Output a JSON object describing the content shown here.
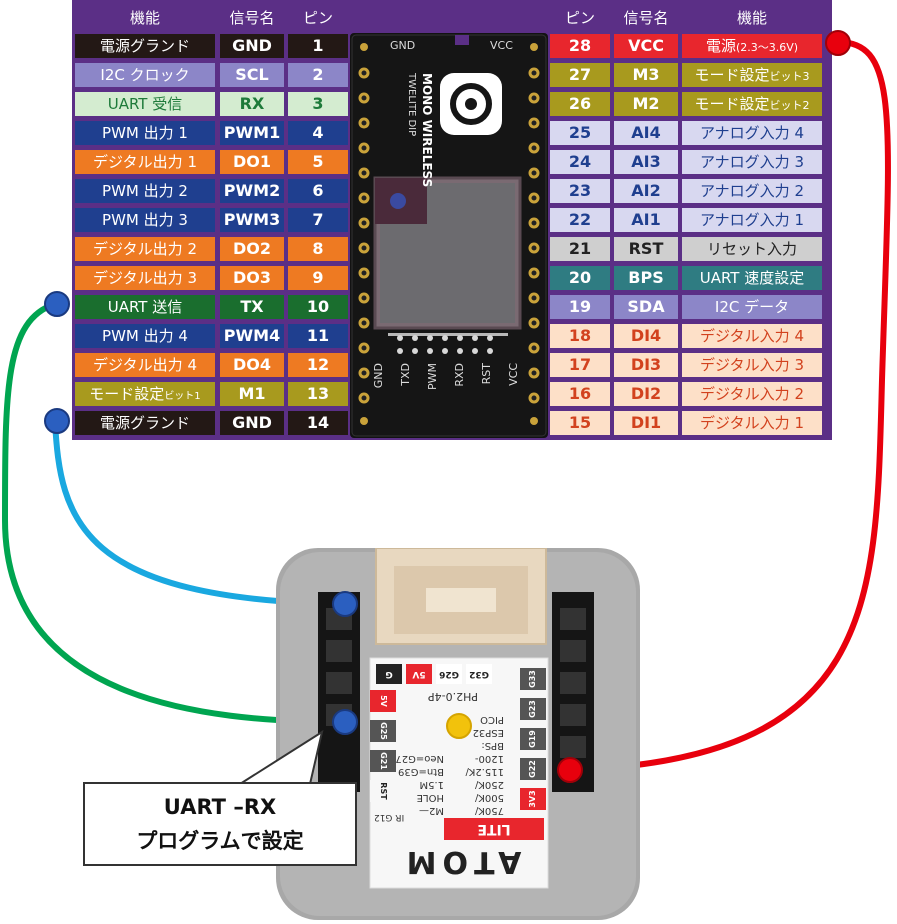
{
  "headers": {
    "left_function": "機能",
    "left_signal": "信号名",
    "left_pin": "ピン",
    "right_pin": "ピン",
    "right_signal": "信号名",
    "right_function": "機能"
  },
  "left_rows": [
    {
      "function": "電源グランド",
      "signal": "GND",
      "pin": "1",
      "fn_bg": "#231815",
      "fn_fg": "#ffffff",
      "sig_bg": "#231815",
      "sig_fg": "#ffffff",
      "pin_bg": "#231815",
      "pin_fg": "#ffffff"
    },
    {
      "function": "I2C クロック",
      "signal": "SCL",
      "pin": "2",
      "fn_bg": "#8c86c8",
      "fn_fg": "#ffffff",
      "sig_bg": "#8c86c8",
      "sig_fg": "#ffffff",
      "pin_bg": "#8c86c8",
      "pin_fg": "#ffffff"
    },
    {
      "function": "UART 受信",
      "signal": "RX",
      "pin": "3",
      "fn_bg": "#d4ecd0",
      "fn_fg": "#1e7a3a",
      "sig_bg": "#d4ecd0",
      "sig_fg": "#1e7a3a",
      "pin_bg": "#d4ecd0",
      "pin_fg": "#1e7a3a"
    },
    {
      "function": "PWM 出力 1",
      "signal": "PWM1",
      "pin": "4",
      "fn_bg": "#1f3f8f",
      "fn_fg": "#ffffff",
      "sig_bg": "#1f3f8f",
      "sig_fg": "#ffffff",
      "pin_bg": "#1f3f8f",
      "pin_fg": "#ffffff"
    },
    {
      "function": "デジタル出力 1",
      "signal": "DO1",
      "pin": "5",
      "fn_bg": "#ee7a22",
      "fn_fg": "#ffffff",
      "sig_bg": "#ee7a22",
      "sig_fg": "#ffffff",
      "pin_bg": "#ee7a22",
      "pin_fg": "#ffffff"
    },
    {
      "function": "PWM 出力 2",
      "signal": "PWM2",
      "pin": "6",
      "fn_bg": "#1f3f8f",
      "fn_fg": "#ffffff",
      "sig_bg": "#1f3f8f",
      "sig_fg": "#ffffff",
      "pin_bg": "#1f3f8f",
      "pin_fg": "#ffffff"
    },
    {
      "function": "PWM 出力 3",
      "signal": "PWM3",
      "pin": "7",
      "fn_bg": "#1f3f8f",
      "fn_fg": "#ffffff",
      "sig_bg": "#1f3f8f",
      "sig_fg": "#ffffff",
      "pin_bg": "#1f3f8f",
      "pin_fg": "#ffffff"
    },
    {
      "function": "デジタル出力 2",
      "signal": "DO2",
      "pin": "8",
      "fn_bg": "#ee7a22",
      "fn_fg": "#ffffff",
      "sig_bg": "#ee7a22",
      "sig_fg": "#ffffff",
      "pin_bg": "#ee7a22",
      "pin_fg": "#ffffff"
    },
    {
      "function": "デジタル出力 3",
      "signal": "DO3",
      "pin": "9",
      "fn_bg": "#ee7a22",
      "fn_fg": "#ffffff",
      "sig_bg": "#ee7a22",
      "sig_fg": "#ffffff",
      "pin_bg": "#ee7a22",
      "pin_fg": "#ffffff"
    },
    {
      "function": "UART 送信",
      "signal": "TX",
      "pin": "10",
      "fn_bg": "#1a6e2e",
      "fn_fg": "#ffffff",
      "sig_bg": "#1a6e2e",
      "sig_fg": "#ffffff",
      "pin_bg": "#1a6e2e",
      "pin_fg": "#ffffff"
    },
    {
      "function": "PWM 出力 4",
      "signal": "PWM4",
      "pin": "11",
      "fn_bg": "#1f3f8f",
      "fn_fg": "#ffffff",
      "sig_bg": "#1f3f8f",
      "sig_fg": "#ffffff",
      "pin_bg": "#1f3f8f",
      "pin_fg": "#ffffff"
    },
    {
      "function": "デジタル出力 4",
      "signal": "DO4",
      "pin": "12",
      "fn_bg": "#ee7a22",
      "fn_fg": "#ffffff",
      "sig_bg": "#ee7a22",
      "sig_fg": "#ffffff",
      "pin_bg": "#ee7a22",
      "pin_fg": "#ffffff"
    },
    {
      "function": "モード設定",
      "function_sub": "ビット1",
      "signal": "M1",
      "pin": "13",
      "fn_bg": "#a89a1e",
      "fn_fg": "#ffffff",
      "sig_bg": "#a89a1e",
      "sig_fg": "#ffffff",
      "pin_bg": "#a89a1e",
      "pin_fg": "#ffffff"
    },
    {
      "function": "電源グランド",
      "signal": "GND",
      "pin": "14",
      "fn_bg": "#231815",
      "fn_fg": "#ffffff",
      "sig_bg": "#231815",
      "sig_fg": "#ffffff",
      "pin_bg": "#231815",
      "pin_fg": "#ffffff"
    }
  ],
  "right_rows": [
    {
      "pin": "28",
      "signal": "VCC",
      "function": "電源",
      "function_sub": "(2.3〜3.6V)",
      "pin_bg": "#e8262d",
      "pin_fg": "#ffffff",
      "sig_bg": "#e8262d",
      "sig_fg": "#ffffff",
      "fn_bg": "#e8262d",
      "fn_fg": "#ffffff"
    },
    {
      "pin": "27",
      "signal": "M3",
      "function": "モード設定",
      "function_sub": "ビット3",
      "pin_bg": "#a89a1e",
      "pin_fg": "#ffffff",
      "sig_bg": "#a89a1e",
      "sig_fg": "#ffffff",
      "fn_bg": "#a89a1e",
      "fn_fg": "#ffffff"
    },
    {
      "pin": "26",
      "signal": "M2",
      "function": "モード設定",
      "function_sub": "ビット2",
      "pin_bg": "#a89a1e",
      "pin_fg": "#ffffff",
      "sig_bg": "#a89a1e",
      "sig_fg": "#ffffff",
      "fn_bg": "#a89a1e",
      "fn_fg": "#ffffff"
    },
    {
      "pin": "25",
      "signal": "AI4",
      "function": "アナログ入力 4",
      "pin_bg": "#d8d8f0",
      "pin_fg": "#1f3f8f",
      "sig_bg": "#d8d8f0",
      "sig_fg": "#1f3f8f",
      "fn_bg": "#d8d8f0",
      "fn_fg": "#1f3f8f"
    },
    {
      "pin": "24",
      "signal": "AI3",
      "function": "アナログ入力 3",
      "pin_bg": "#d8d8f0",
      "pin_fg": "#1f3f8f",
      "sig_bg": "#d8d8f0",
      "sig_fg": "#1f3f8f",
      "fn_bg": "#d8d8f0",
      "fn_fg": "#1f3f8f"
    },
    {
      "pin": "23",
      "signal": "AI2",
      "function": "アナログ入力 2",
      "pin_bg": "#d8d8f0",
      "pin_fg": "#1f3f8f",
      "sig_bg": "#d8d8f0",
      "sig_fg": "#1f3f8f",
      "fn_bg": "#d8d8f0",
      "fn_fg": "#1f3f8f"
    },
    {
      "pin": "22",
      "signal": "AI1",
      "function": "アナログ入力 1",
      "pin_bg": "#d8d8f0",
      "pin_fg": "#1f3f8f",
      "sig_bg": "#d8d8f0",
      "sig_fg": "#1f3f8f",
      "fn_bg": "#d8d8f0",
      "fn_fg": "#1f3f8f"
    },
    {
      "pin": "21",
      "signal": "RST",
      "function": "リセット入力",
      "pin_bg": "#cfcfcf",
      "pin_fg": "#222222",
      "sig_bg": "#cfcfcf",
      "sig_fg": "#222222",
      "fn_bg": "#cfcfcf",
      "fn_fg": "#222222"
    },
    {
      "pin": "20",
      "signal": "BPS",
      "function": "UART 速度設定",
      "pin_bg": "#2f7c82",
      "pin_fg": "#ffffff",
      "sig_bg": "#2f7c82",
      "sig_fg": "#ffffff",
      "fn_bg": "#2f7c82",
      "fn_fg": "#ffffff"
    },
    {
      "pin": "19",
      "signal": "SDA",
      "function": "I2C データ",
      "pin_bg": "#8c86c8",
      "pin_fg": "#ffffff",
      "sig_bg": "#8c86c8",
      "sig_fg": "#ffffff",
      "fn_bg": "#8c86c8",
      "fn_fg": "#ffffff"
    },
    {
      "pin": "18",
      "signal": "DI4",
      "function": "デジタル入力 4",
      "pin_bg": "#fde0c8",
      "pin_fg": "#d2421e",
      "sig_bg": "#fde0c8",
      "sig_fg": "#d2421e",
      "fn_bg": "#fde0c8",
      "fn_fg": "#d2421e"
    },
    {
      "pin": "17",
      "signal": "DI3",
      "function": "デジタル入力 3",
      "pin_bg": "#fde0c8",
      "pin_fg": "#d2421e",
      "sig_bg": "#fde0c8",
      "sig_fg": "#d2421e",
      "fn_bg": "#fde0c8",
      "fn_fg": "#d2421e"
    },
    {
      "pin": "16",
      "signal": "DI2",
      "function": "デジタル入力 2",
      "pin_bg": "#fde0c8",
      "pin_fg": "#d2421e",
      "sig_bg": "#fde0c8",
      "sig_fg": "#d2421e",
      "fn_bg": "#fde0c8",
      "fn_fg": "#d2421e"
    },
    {
      "pin": "15",
      "signal": "DI1",
      "function": "デジタル入力 1",
      "pin_bg": "#fde0c8",
      "pin_fg": "#d2421e",
      "sig_bg": "#fde0c8",
      "sig_fg": "#d2421e",
      "fn_bg": "#fde0c8",
      "fn_fg": "#d2421e"
    }
  ],
  "twelite_board": {
    "top_labels": [
      "GND",
      "VCC"
    ],
    "side_labels": [
      "TWELITE DIP",
      "MONO WIRELESS"
    ],
    "bottom_labels": [
      "GND",
      "TXD",
      "PWM",
      "RXD",
      "RST",
      "VCC"
    ]
  },
  "atom_lite": {
    "connector_label": "PH2.0-4P",
    "grove_pins": [
      "G",
      "5V",
      "G26",
      "G32"
    ],
    "left_pins": [
      "5V",
      "G25",
      "G21",
      "RST"
    ],
    "right_pins": [
      "G33",
      "G23",
      "G19",
      "G22",
      "3V3"
    ],
    "info_lines": [
      "M2—",
      "HOLE",
      "1.5M",
      "Btn=G39",
      "Neo=G27",
      "750K/",
      "500K/",
      "250K/",
      "115.2K/",
      "1200-",
      "BPS:",
      "ESP32",
      "PICO"
    ],
    "ir_label": "IR G12",
    "badge": "LITE",
    "brand": "ATOM"
  },
  "wires": [
    {
      "name": "vcc-wire",
      "color": "#e8000d"
    },
    {
      "name": "tx-wire",
      "color": "#00a550"
    },
    {
      "name": "gnd-wire",
      "color": "#1aa8e0"
    }
  ],
  "colors": {
    "panel_bg": "#5b2f86",
    "node_blue": "#2b5fc0",
    "node_red": "#e8000d"
  },
  "callout": {
    "line1": "UART –RX",
    "line2": "プログラムで設定"
  }
}
